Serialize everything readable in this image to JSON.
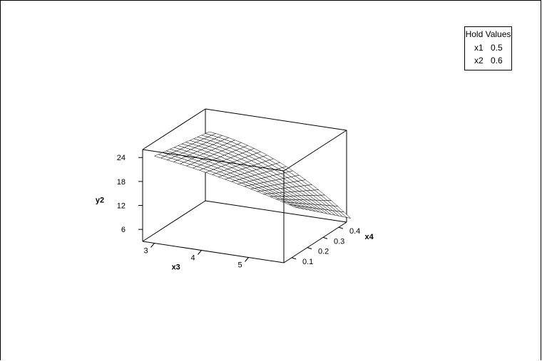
{
  "hold_values": {
    "title": "Hold Values",
    "rows": [
      {
        "name": "x1",
        "value": "0.5"
      },
      {
        "name": "x2",
        "value": "0.6"
      }
    ]
  },
  "chart_data": {
    "type": "surface",
    "zlabel": "y2",
    "xlabel": "x3",
    "ylabel": "x4",
    "x_ticks": [
      "3",
      "4",
      "5"
    ],
    "y_ticks": [
      "0.1",
      "0.2",
      "0.3",
      "0.4"
    ],
    "z_ticks": [
      "6",
      "12",
      "18",
      "24"
    ],
    "x_range": [
      2.75,
      5.75
    ],
    "y_range": [
      0.05,
      0.45
    ],
    "z_range": [
      3,
      26
    ],
    "colors": {
      "axes": "#000000",
      "mesh": "#000000",
      "fill": "#ffffff"
    }
  }
}
